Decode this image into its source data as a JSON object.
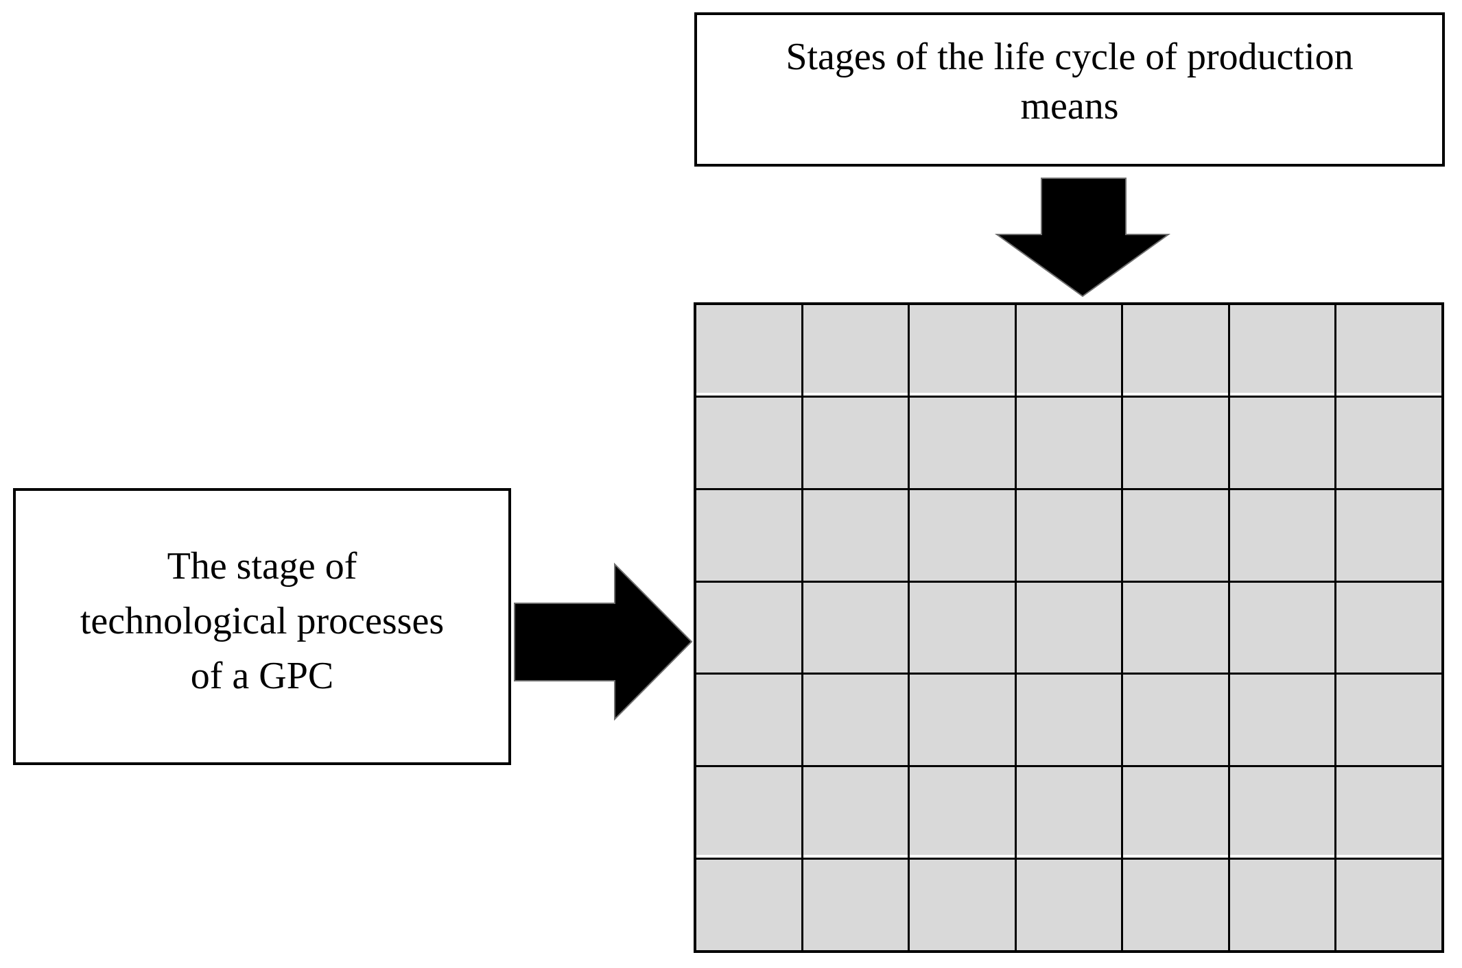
{
  "top_box": {
    "label": "Stages of the life cycle of production\nmeans"
  },
  "left_box": {
    "label": "The stage of\ntechnological processes\nof a GPC"
  },
  "grid": {
    "rows": 7,
    "columns": 7,
    "cell_fill": "#d9d9d9"
  },
  "arrows": {
    "down_arrow": "down-block-arrow",
    "right_arrow": "right-block-arrow",
    "fill": "#000000",
    "edge": "#6e6e6e"
  },
  "colors": {
    "background": "#ffffff",
    "box_border": "#000000",
    "grid_line": "#000000",
    "text": "#000000"
  }
}
